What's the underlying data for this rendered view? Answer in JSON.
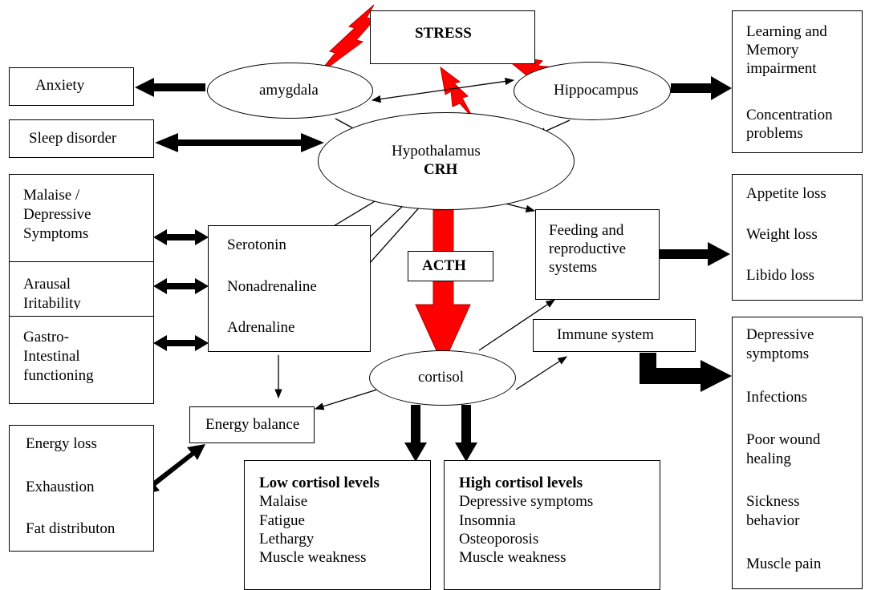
{
  "stress": "STRESS",
  "anxiety": "Anxiety",
  "amygdala": "amygdala",
  "hippocampus": "Hippocampus",
  "learning": [
    "Learning and",
    "Memory",
    "impairment"
  ],
  "concentration": [
    "Concentration",
    "problems"
  ],
  "sleep_disorder": "Sleep disorder",
  "hypothalamus": "Hypothalamus",
  "crh": "CRH",
  "malaise_box": [
    "Malaise /",
    "Depressive",
    "Symptoms"
  ],
  "arousal_box": [
    "Arausal",
    "Iritability"
  ],
  "gastro_box": [
    "Gastro-",
    "Intestinal",
    "functioning"
  ],
  "neuro": [
    "Serotonin",
    "Nonadrenaline",
    "Adrenaline"
  ],
  "acth": "ACTH",
  "feeding": [
    "Feeding and",
    "reproductive",
    "systems"
  ],
  "appetite": [
    "Appetite loss",
    "Weight loss",
    "Libido loss"
  ],
  "immune": "Immune system",
  "immune_effects": [
    "Depressive",
    "symptoms",
    "Infections",
    "Poor wound",
    "healing",
    "Sickness",
    "behavior",
    "Muscle pain"
  ],
  "cortisol": "cortisol",
  "energy_balance": "Energy balance",
  "energy_effects": [
    "Energy loss",
    "Exhaustion",
    "Fat distributon"
  ],
  "low_cortisol": {
    "title": "Low cortisol levels",
    "items": [
      "Malaise",
      "Fatigue",
      "Lethargy",
      "Muscle weakness"
    ]
  },
  "high_cortisol": {
    "title": "High cortisol levels",
    "items": [
      "Depressive symptoms",
      "Insomnia",
      "Osteoporosis",
      "Muscle weakness"
    ]
  },
  "colors": {
    "stress_bolt": "#ff0000",
    "acth_arrow": "#ff0000",
    "lines": "#000000"
  }
}
